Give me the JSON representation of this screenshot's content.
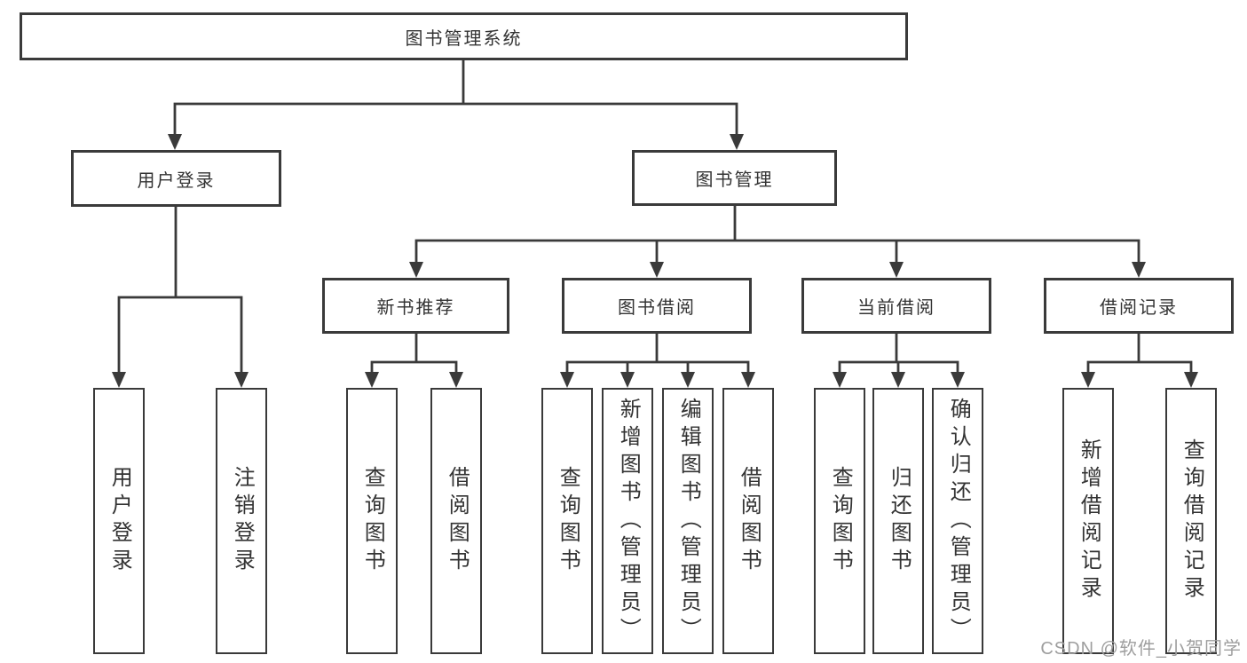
{
  "diagram": {
    "root": {
      "label": "图书管理系统"
    },
    "level2": [
      {
        "label": "用户登录"
      },
      {
        "label": "图书管理"
      }
    ],
    "level3": [
      {
        "label": "新书推荐"
      },
      {
        "label": "图书借阅"
      },
      {
        "label": "当前借阅"
      },
      {
        "label": "借阅记录"
      }
    ],
    "leaves": [
      {
        "label": "用户登录",
        "parent": "用户登录"
      },
      {
        "label": "注销登录",
        "parent": "用户登录"
      },
      {
        "label": "查询图书",
        "parent": "新书推荐"
      },
      {
        "label": "借阅图书",
        "parent": "新书推荐"
      },
      {
        "label": "查询图书",
        "parent": "图书借阅"
      },
      {
        "label": "新增图书（管理员）",
        "parent": "图书借阅"
      },
      {
        "label": "编辑图书（管理员）",
        "parent": "图书借阅"
      },
      {
        "label": "借阅图书",
        "parent": "图书借阅"
      },
      {
        "label": "查询图书",
        "parent": "当前借阅"
      },
      {
        "label": "归还图书",
        "parent": "当前借阅"
      },
      {
        "label": "确认归还（管理员）",
        "parent": "当前借阅"
      },
      {
        "label": "新增借阅记录",
        "parent": "借阅记录"
      },
      {
        "label": "查询借阅记录",
        "parent": "借阅记录"
      }
    ]
  },
  "watermark": {
    "text": "CSDN @软件_小贺同学"
  },
  "colors": {
    "line": "#3a3a3a",
    "text": "#333333",
    "watermark": "#9e9e9e",
    "background": "#ffffff"
  }
}
